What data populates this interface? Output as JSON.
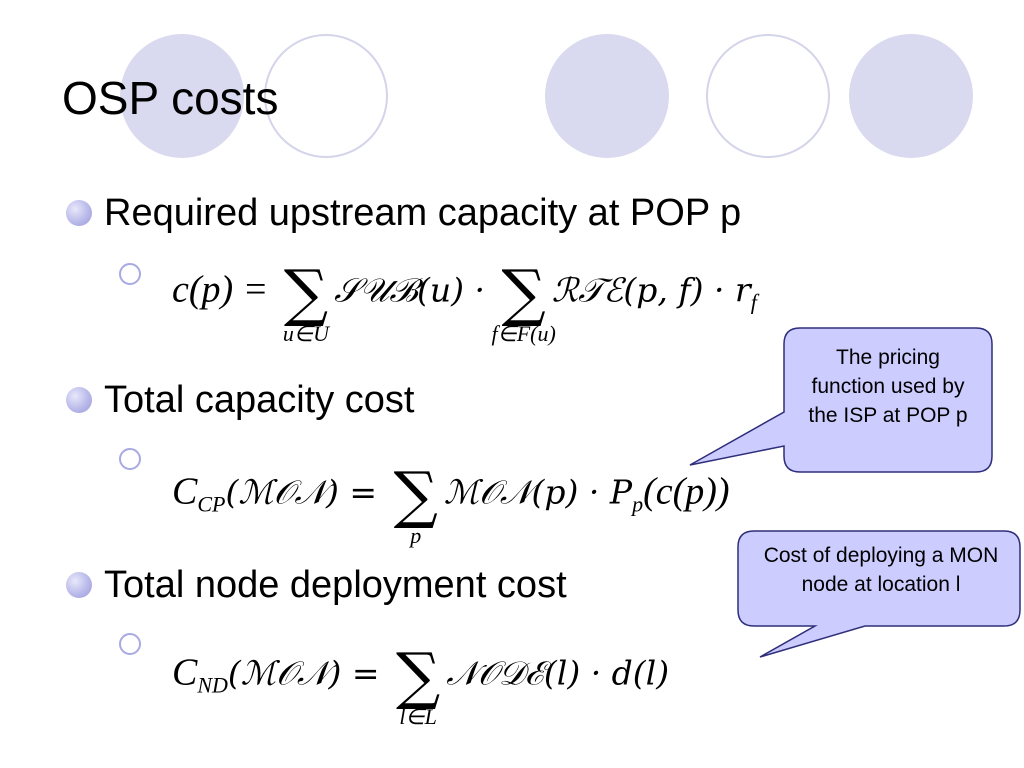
{
  "slide": {
    "title": "OSP costs",
    "bullets": [
      {
        "text": "Required upstream capacity at POP p"
      },
      {
        "text": "Total capacity cost"
      },
      {
        "text": "Total node deployment cost"
      }
    ],
    "formula1": {
      "lhs": "c(p) = ",
      "sum1_lim": "u∈U",
      "term1": "𝒮𝒰ℬ(u) · ",
      "sum2_lim": "f∈F(u)",
      "term2": "ℛ𝒯ℰ(p, f) · r",
      "term2_sub": "f"
    },
    "formula2": {
      "lhs_c": "C",
      "lhs_sub": "CP",
      "lhs_arg": "(ℳ𝒪𝒩) = ",
      "sum_lim": "p",
      "rhs": "ℳ𝒪𝒩(p) · P",
      "rhs_sub": "p",
      "rhs_tail": "(c(p))"
    },
    "formula3": {
      "lhs_c": "C",
      "lhs_sub": "ND",
      "lhs_arg": "(ℳ𝒪𝒩) = ",
      "sum_lim": "l∈L",
      "rhs": "𝒩𝒪𝒟ℰ(l) · d(l)"
    },
    "callouts": [
      {
        "text": "The pricing function used by the ISP at POP p"
      },
      {
        "text": "Cost of deploying a MON node at location l"
      }
    ]
  },
  "colors": {
    "callout_fill": "#ccccff",
    "callout_stroke": "#2e2e7a",
    "bullet_color": "#a9a9e3",
    "decor_circle": "#d9d9ef"
  }
}
